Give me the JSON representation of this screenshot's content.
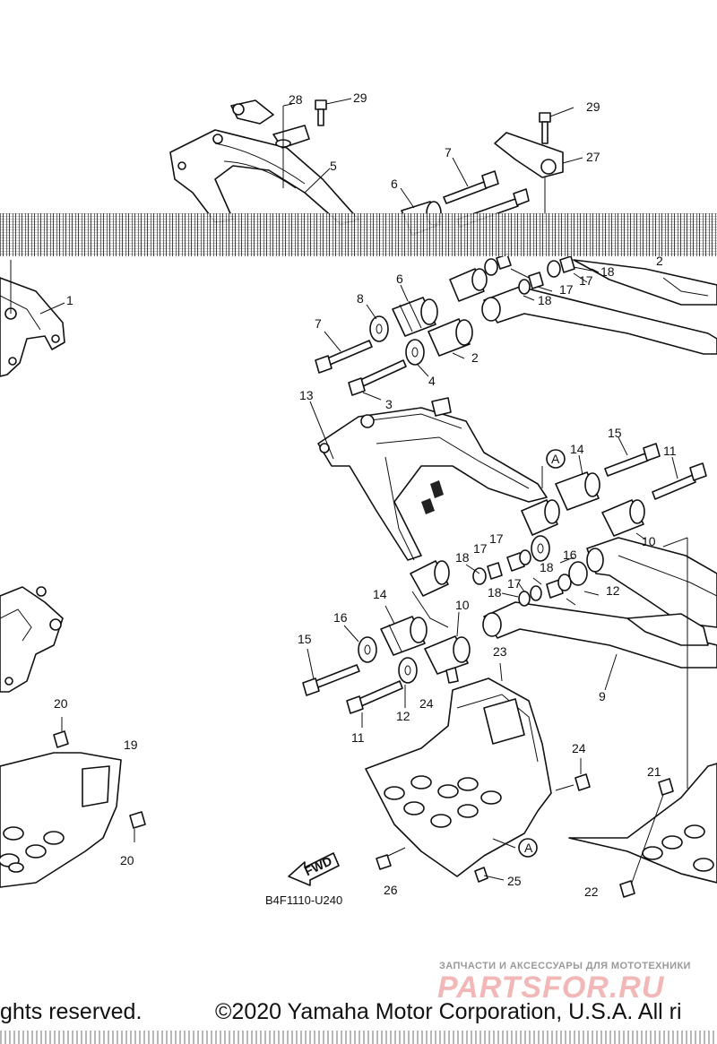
{
  "diagram": {
    "labels": [
      {
        "id": "l28",
        "text": "28"
      },
      {
        "id": "l29a",
        "text": "29"
      },
      {
        "id": "l29b",
        "text": "29"
      },
      {
        "id": "l5",
        "text": "5"
      },
      {
        "id": "l7a",
        "text": "7"
      },
      {
        "id": "l27",
        "text": "27"
      },
      {
        "id": "l6a",
        "text": "6"
      },
      {
        "id": "l1",
        "text": "1"
      },
      {
        "id": "l18a",
        "text": "18"
      },
      {
        "id": "l2a",
        "text": "2"
      },
      {
        "id": "l17a",
        "text": "17"
      },
      {
        "id": "l17b",
        "text": "17"
      },
      {
        "id": "l18b",
        "text": "18"
      },
      {
        "id": "l8",
        "text": "8"
      },
      {
        "id": "l6b",
        "text": "6"
      },
      {
        "id": "l7b",
        "text": "7"
      },
      {
        "id": "l2b",
        "text": "2"
      },
      {
        "id": "l4",
        "text": "4"
      },
      {
        "id": "l3",
        "text": "3"
      },
      {
        "id": "l13",
        "text": "13"
      },
      {
        "id": "l15a",
        "text": "15"
      },
      {
        "id": "l14a",
        "text": "14"
      },
      {
        "id": "l11a",
        "text": "11"
      },
      {
        "id": "lA1",
        "text": "A"
      },
      {
        "id": "l10a",
        "text": "10"
      },
      {
        "id": "l17c",
        "text": "17"
      },
      {
        "id": "l16a",
        "text": "16"
      },
      {
        "id": "l18c",
        "text": "18"
      },
      {
        "id": "l18d",
        "text": "18"
      },
      {
        "id": "l17d",
        "text": "17"
      },
      {
        "id": "l12a",
        "text": "12"
      },
      {
        "id": "l18e",
        "text": "18"
      },
      {
        "id": "l17e",
        "text": "17"
      },
      {
        "id": "l14b",
        "text": "14"
      },
      {
        "id": "l10b",
        "text": "10"
      },
      {
        "id": "l16b",
        "text": "16"
      },
      {
        "id": "l15b",
        "text": "15"
      },
      {
        "id": "l23",
        "text": "23"
      },
      {
        "id": "l9",
        "text": "9"
      },
      {
        "id": "l24a",
        "text": "24"
      },
      {
        "id": "l12b",
        "text": "12"
      },
      {
        "id": "l11b",
        "text": "11"
      },
      {
        "id": "l20a",
        "text": "20"
      },
      {
        "id": "l19",
        "text": "19"
      },
      {
        "id": "l24b",
        "text": "24"
      },
      {
        "id": "l21",
        "text": "21"
      },
      {
        "id": "l20b",
        "text": "20"
      },
      {
        "id": "lA2",
        "text": "A"
      },
      {
        "id": "l26",
        "text": "26"
      },
      {
        "id": "l25",
        "text": "25"
      },
      {
        "id": "l22",
        "text": "22"
      }
    ],
    "fwd_label": "FWD",
    "diagram_code": "B4F1110-U240"
  },
  "watermark": {
    "tagline": "ЗАПЧАСТИ И АКСЕССУАРЫ ДЛЯ МОТОТЕХНИКИ",
    "logo": "PARTSFOR.RU",
    "logo_color": "#f2b8b8"
  },
  "footer": {
    "left_text": "ghts reserved.",
    "right_text": "©2020 Yamaha Motor Corporation, U.S.A. All ri"
  }
}
